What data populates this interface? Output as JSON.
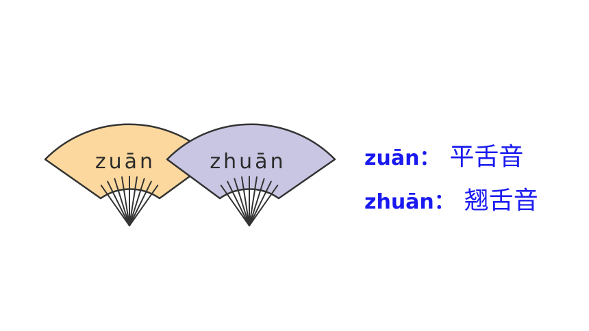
{
  "fans": [
    {
      "label": "zuān",
      "fill": "#fcd89e"
    },
    {
      "label": "zhuān",
      "fill": "#c8c6e3"
    }
  ],
  "legend": [
    {
      "pinyin": "zuān",
      "colon": "：",
      "desc": "平舌音"
    },
    {
      "pinyin": "zhuān",
      "colon": "：",
      "desc": "翘舌音"
    }
  ],
  "colors": {
    "text_blue": "#1a1af0",
    "outline": "#333333",
    "background": "#ffffff"
  }
}
